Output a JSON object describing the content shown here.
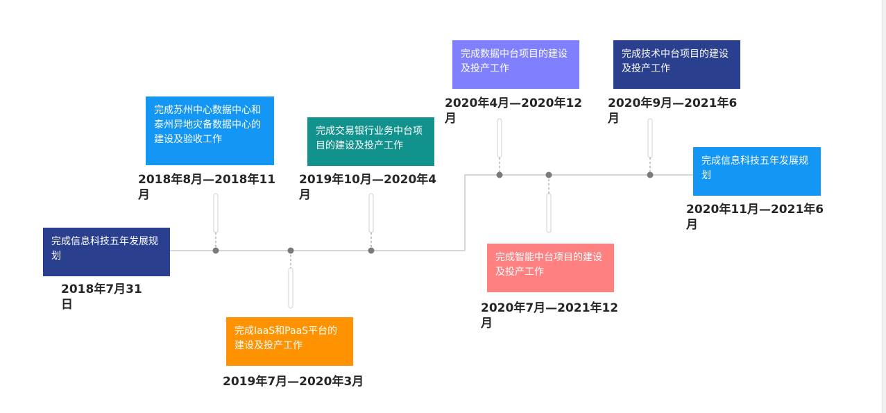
{
  "colors": {
    "navy": "#2b3f8f",
    "blue": "#1496f5",
    "teal": "#12928c",
    "orange": "#ff9200",
    "lavender": "#8080ff",
    "salmon": "#ff8080",
    "line": "#c9c9c9",
    "dot": "#7a7a7a"
  },
  "milestones": [
    {
      "text": "完成信息科技五年发展规划",
      "date": "2018年7月31日"
    },
    {
      "text": "完成苏州中心数据中心和泰州异地灾备数据中心的建设及验收工作",
      "date": "2018年8月—2018年11月"
    },
    {
      "text": "完成IaaS和PaaS平台的建设及投产工作",
      "date": "2019年7月—2020年3月"
    },
    {
      "text": "完成交易银行业务中台项目的建设及投产工作",
      "date": "2019年10月—2020年4月"
    },
    {
      "text": "完成数据中台项目的建设及投产工作",
      "date": "2020年4月—2020年12月"
    },
    {
      "text": "完成智能中台项目的建设及投产工作",
      "date": "2020年7月—2021年12月"
    },
    {
      "text": "完成技术中台项目的建设及投产工作",
      "date": "2020年9月—2021年6月"
    },
    {
      "text": "完成信息科技五年发展规划",
      "date": "2020年11月—2021年6月"
    }
  ]
}
